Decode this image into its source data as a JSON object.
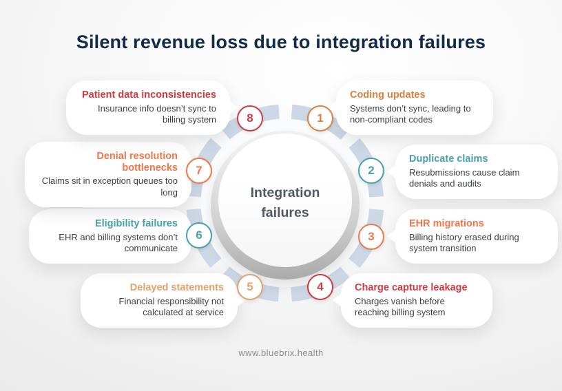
{
  "title": "Silent revenue loss due to integration failures",
  "center": {
    "line1": "Integration",
    "line2": "failures"
  },
  "footer": {
    "website": "www.bluebrix.health"
  },
  "ring_color": "#ccd8e6",
  "items": [
    {
      "number": "1",
      "title": "Coding updates",
      "description": "Systems don’t sync, leading to non-compliant codes",
      "color": "#d9823f"
    },
    {
      "number": "2",
      "title": "Duplicate claims",
      "description": "Resubmissions cause claim denials and audits",
      "color": "#49a0ab"
    },
    {
      "number": "3",
      "title": "EHR migrations",
      "description": "Billing history erased during system transition",
      "color": "#f0764a"
    },
    {
      "number": "4",
      "title": "Charge capture leakage",
      "description": "Charges vanish before reaching billing system",
      "color": "#ce3a40"
    },
    {
      "number": "5",
      "title": "Delayed statements",
      "description": "Financial responsibility not calculated at service",
      "color": "#e2a36b"
    },
    {
      "number": "6",
      "title": "Eligibility failures",
      "description": "EHR and billing systems don’t communicate",
      "color": "#49a0ab"
    },
    {
      "number": "7",
      "title": "Denial resolution bottlenecks",
      "description": "Claims sit in exception queues too long",
      "color": "#f0764a"
    },
    {
      "number": "8",
      "title": "Patient data inconsistencies",
      "description": "Insurance info doesn’t sync to billing system",
      "color": "#ce3a40"
    }
  ]
}
